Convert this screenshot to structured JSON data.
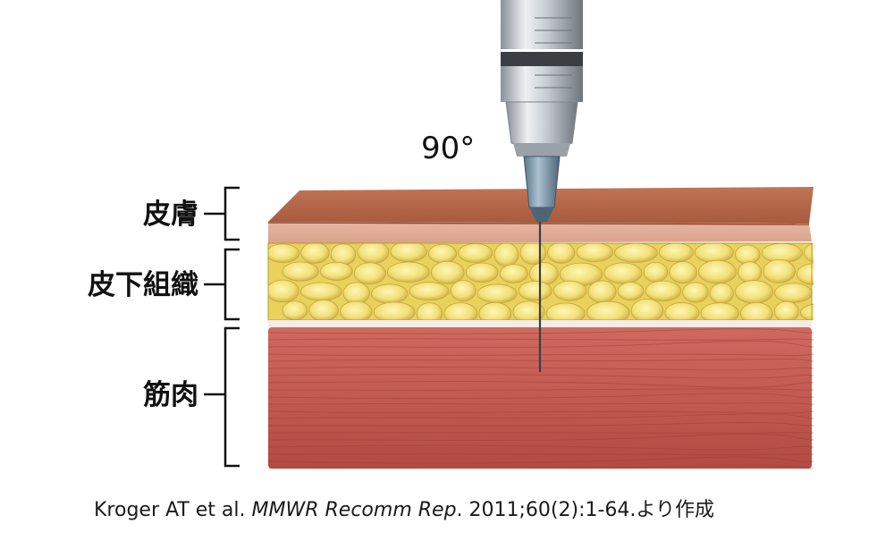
{
  "labels": {
    "angle": "90°",
    "skin": "皮膚",
    "subcutaneous": "皮下組織",
    "muscle": "筋肉"
  },
  "caption": {
    "authors": "Kroger AT et al.",
    "journal": "MMWR Recomm Rep",
    "citation": ". 2011;60(2):1-64.より作成"
  },
  "colors": {
    "skin_top": "#b86a4c",
    "skin_side": "#e0ad98",
    "fat": "#f0df6a",
    "fascia": "#f4ece6",
    "muscle": "#c55a50"
  },
  "icons": [
    "syringe-icon",
    "needle-icon"
  ]
}
